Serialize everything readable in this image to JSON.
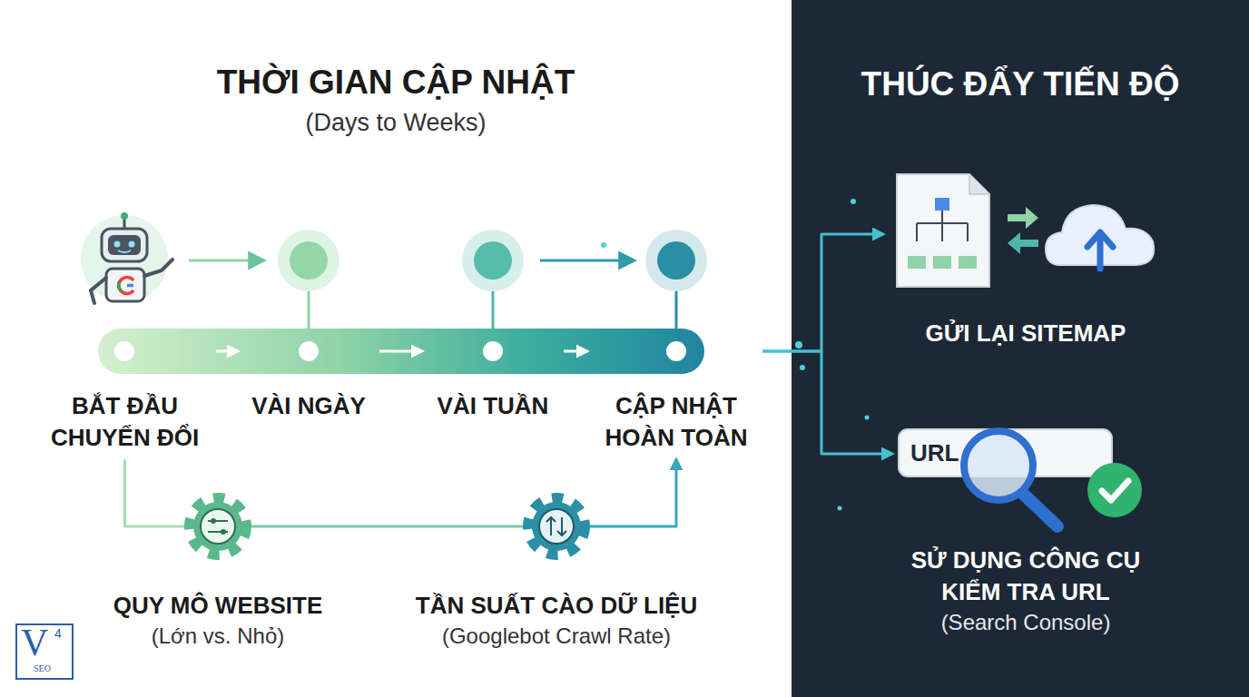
{
  "diagram": {
    "title": "THỜI GIAN CẬP NHẬT",
    "nodes": [
      {
        "text": [
          "BẮT ĐẦU CHUYỂN ĐỔI"
        ]
      },
      {
        "text": [
          "VÀI NGÀY"
        ]
      },
      {
        "text": [
          "VÀI TUẦN"
        ]
      },
      {
        "text": [
          "CẬP NHẬT HOÀN TOÀN"
        ]
      },
      {
        "text": [
          "QUY MÔ WEBSITE",
          "(Lớn vs. Nhỏ)"
        ]
      },
      {
        "text": [
          "TẦN SUẤT CÀO DỮ LIỆU",
          "(Googlebot Crawl Rate)"
        ]
      },
      {
        "text": [
          "GỬI LẠI SITEMAP"
        ]
      },
      {
        "text": [
          "SỬ DỤNG CÔNG CỤ KIỂM TRA URL",
          "(Search Console)"
        ]
      }
    ],
    "edges": [
      {
        "from": 0,
        "to": 1,
        "arrow": "to"
      },
      {
        "from": 1,
        "to": 2,
        "arrow": "to"
      },
      {
        "from": 2,
        "to": 3,
        "arrow": "to"
      },
      {
        "from": 0,
        "to": 4,
        "arrow": "none"
      },
      {
        "from": 4,
        "to": 5,
        "arrow": "none"
      },
      {
        "from": 5,
        "to": 3,
        "arrow": "to"
      },
      {
        "from": 3,
        "to": 6,
        "arrow": "to"
      },
      {
        "from": 3,
        "to": 7,
        "arrow": "to"
      }
    ],
    "labels": [
      "(Days to Weeks)",
      "THÚC ĐẨY TIẾN ĐỘ",
      "URL",
      "V",
      "4",
      "SEO"
    ]
  }
}
